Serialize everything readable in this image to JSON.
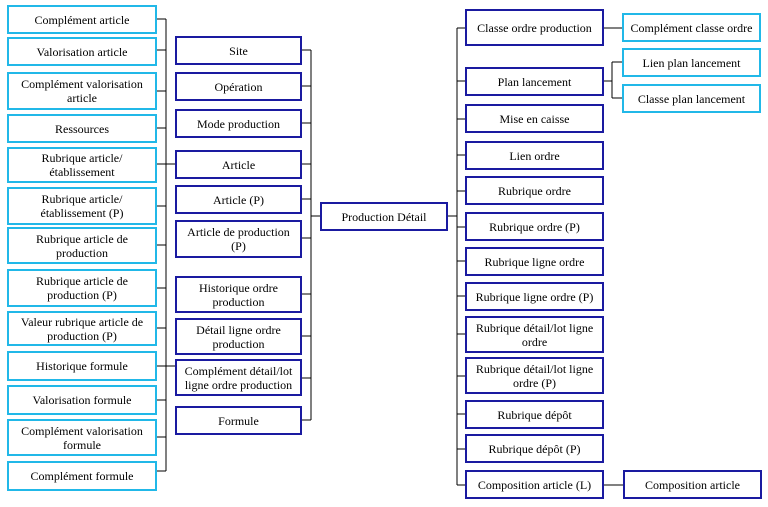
{
  "left_column": [
    "Complément article",
    "Valorisation article",
    "Complément valorisation article",
    "Ressources",
    "Rubrique article/établissement",
    "Rubrique article/ établissement (P)",
    "Rubrique article de production",
    "Rubrique article de production (P)",
    "Valeur rubrique article de production (P)",
    "Historique formule",
    "Valorisation formule",
    "Complément valorisation formule",
    "Complément formule"
  ],
  "mid_column": [
    "Site",
    "Opération",
    "Mode production",
    "Article",
    "Article (P)",
    "Article de production (P)",
    "Historique ordre production",
    "Détail ligne ordre production",
    "Complément détail/lot ligne ordre production",
    "Formule"
  ],
  "center": "Production Détail",
  "right_column": [
    "Classe ordre production",
    "Plan lancement",
    "Mise en caisse",
    "Lien ordre",
    "Rubrique ordre",
    "Rubrique ordre (P)",
    "Rubrique ligne ordre",
    "Rubrique ligne ordre (P)",
    "Rubrique détail/lot ligne ordre",
    "Rubrique détail/lot ligne ordre (P)",
    "Rubrique dépôt",
    "Rubrique dépôt (P)",
    "Composition article (L)"
  ],
  "far_right": {
    "classe": "Complément classe ordre",
    "lien_plan": "Lien plan lancement",
    "classe_plan": "Classe plan lancement",
    "composition": "Composition article"
  },
  "colors": {
    "cyan_border": "#21b8e8",
    "navy_border": "#1a1aa0",
    "line": "#000000"
  }
}
